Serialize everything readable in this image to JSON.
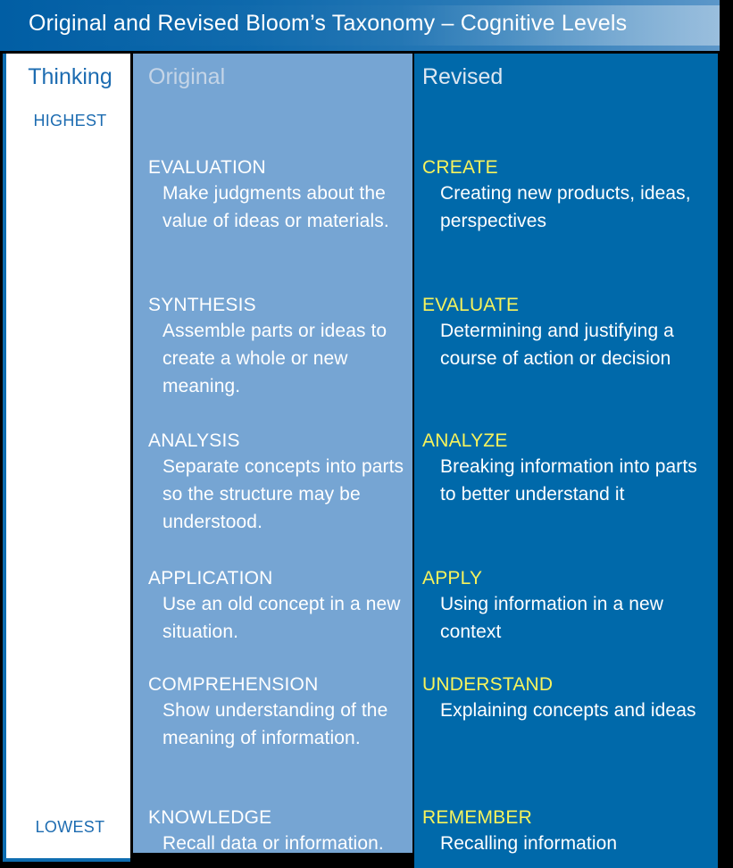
{
  "title": "Original and Revised Bloom’s Taxonomy – Cognitive Levels",
  "columns": {
    "thinking": {
      "header": "Thinking",
      "highest_label": "HIGHEST",
      "lowest_label": "LOWEST"
    },
    "original": {
      "header": "Original"
    },
    "revised": {
      "header": "Revised"
    }
  },
  "colors": {
    "banner_dark": "#015EA4",
    "banner_light": "#5C97C9",
    "original_bg": "#76A5D3",
    "revised_bg": "#0069AA",
    "thinking_bg": "#FFFFFF",
    "thinking_text": "#1D6CB1",
    "revised_term": "#F7F35C",
    "body_text": "#FFFFFF",
    "original_header_text": "#C5D5E7",
    "page_bg": "#000000"
  },
  "levels": [
    {
      "rank": 6,
      "original_term": "EVALUATION",
      "original_desc": "Make judgments about the value of ideas or materials.",
      "revised_term": "CREATE",
      "revised_desc": "Creating new products, ideas, perspectives"
    },
    {
      "rank": 5,
      "original_term": "SYNTHESIS",
      "original_desc": "Assemble parts or ideas to create a whole or new meaning.",
      "revised_term": "EVALUATE",
      "revised_desc": "Determining and justifying a course of action or decision"
    },
    {
      "rank": 4,
      "original_term": "ANALYSIS",
      "original_desc": "Separate concepts into parts so the structure may be understood.",
      "revised_term": "ANALYZE",
      "revised_desc": "Breaking information into parts to better understand it"
    },
    {
      "rank": 3,
      "original_term": "APPLICATION",
      "original_desc": "Use an old concept in a new situation.",
      "revised_term": "APPLY",
      "revised_desc": "Using information in a new context"
    },
    {
      "rank": 2,
      "original_term": "COMPREHENSION",
      "original_desc": "Show understanding of the meaning of information.",
      "revised_term": "UNDERSTAND",
      "revised_desc": "Explaining concepts and ideas"
    },
    {
      "rank": 1,
      "original_term": "KNOWLEDGE",
      "original_desc": "Recall data or information.",
      "revised_term": "REMEMBER",
      "revised_desc": "Recalling information"
    }
  ],
  "layout": {
    "entry_tops_original": [
      115,
      269,
      421,
      575,
      694,
      843
    ],
    "entry_tops_revised": [
      115,
      269,
      421,
      575,
      694,
      843
    ]
  }
}
